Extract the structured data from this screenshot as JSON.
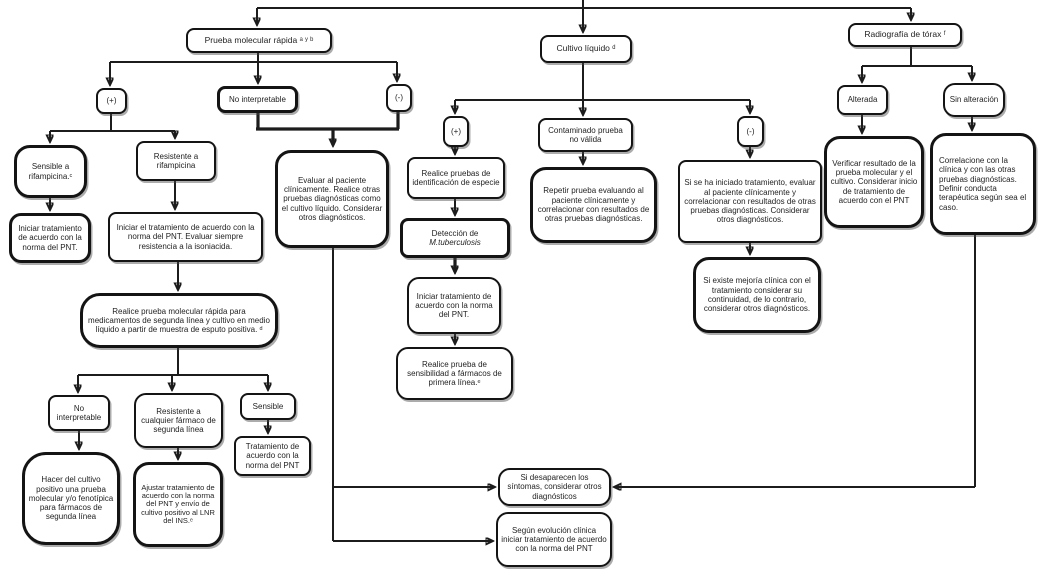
{
  "diagram": {
    "title": "Algoritmo diagnóstico de tuberculosis (flujograma)",
    "colors": {
      "line": "#1c1c1c",
      "box_border": "#141414",
      "box_background": "#ffffff",
      "text": "#1f1f1f"
    },
    "nodes": {
      "prueba_molecular_rapida": "Prueba molecular rápida ᵃ ʸ ᵇ",
      "cultivo_liquido": "Cultivo líquido ᵈ",
      "radiografia_torax": "Radiografía de tórax ᶠ",
      "pm_positivo": "(+)",
      "pm_no_interpretable": "No interpretable",
      "pm_negativo": "(-)",
      "sensible_rifampicina": "Sensible a rifampicina.ᶜ",
      "resistente_rifampicina": "Resistente a rifampicina",
      "iniciar_tratamiento_norma": "Iniciar tratamiento de acuerdo con la norma del PNT.",
      "iniciar_tratamiento_isoniacida": "Iniciar el tratamiento de acuerdo con la norma del PNT. Evaluar siempre resistencia a la isoniacida.",
      "prueba_segunda_linea": "Realice prueba molecular rápida para medicamentos de segunda línea y cultivo en medio líquido a partir de muestra de esputo positiva. ᵈ",
      "sl_no_interpretable": "No interpretable",
      "sl_resistente": "Resistente a cualquier fármaco de segunda línea",
      "sl_sensible": "Sensible",
      "hacer_cultivo_positivo": "Hacer del cultivo positivo una prueba molecular y/o fenotípica para fármacos de segunda línea",
      "ajustar_tratamiento": "Ajustar tratamiento de acuerdo con la norma del PNT y envío de cultivo positivo al LNR del INS.ᵉ",
      "tratamiento_norma": "Tratamiento de acuerdo con la norma del PNT",
      "evaluar_paciente": "Evaluar al paciente clínicamente. Realice otras pruebas diagnósticas como el cultivo líquido. Considerar otros diagnósticos.",
      "cl_positivo": "(+)",
      "cl_contaminado": "Contaminado prueba no válida",
      "cl_negativo": "(-)",
      "identificacion_especie": "Realice pruebas de identificación de especie",
      "deteccion_label": "Detección de",
      "deteccion_especie": "M.tuberculosis",
      "cl_iniciar_tratamiento": "Iniciar tratamiento de acuerdo con la norma del PNT.",
      "prueba_sensibilidad": "Realice prueba de sensibilidad a fármacos de primera línea.ᵉ",
      "repetir_prueba": "Repetir prueba evaluando al paciente clínicamente y correlacionar con resultados de otras pruebas diagnósticas.",
      "si_iniciado_tratamiento": "Si se ha iniciado tratamiento, evaluar al paciente clínicamente y correlacionar con resultados de otras pruebas diagnósticas. Considerar otros diagnósticos.",
      "mejoria_clinica": "Si existe mejoría clínica con el tratamiento considerar su continuidad, de lo contrario, considerar otros diagnósticos.",
      "rx_alterada": "Alterada",
      "rx_sin_alteracion": "Sin alteración",
      "verificar_resultado": "Verificar resultado de la prueba molecular y el cultivo. Considerar inicio de tratamiento de acuerdo con el PNT",
      "correlacione_clinica": "Correlacione con la clínica y con las otras pruebas diagnósticas. Definir conducta terapéutica según sea el caso.",
      "desaparecen_sintomas": "Si desaparecen los síntomas, considerar otros diagnósticos",
      "segun_evolucion": "Según evolución clínica iniciar tratamiento de acuerdo con la norma del PNT"
    }
  }
}
